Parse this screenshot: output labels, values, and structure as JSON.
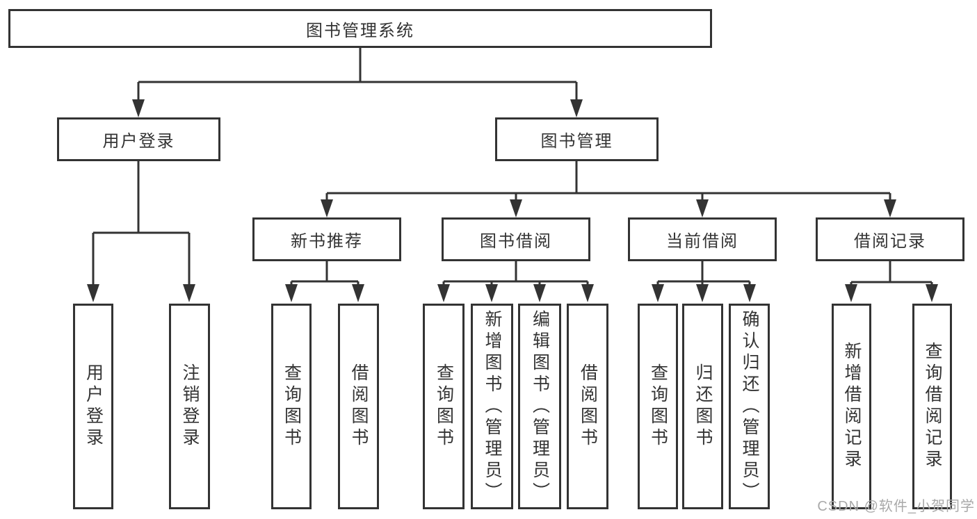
{
  "diagram": {
    "type": "tree",
    "root": {
      "label": "图书管理系统",
      "children": [
        {
          "label": "用户登录",
          "children": [
            {
              "label": "用户登录"
            },
            {
              "label": "注销登录"
            }
          ]
        },
        {
          "label": "图书管理",
          "children": [
            {
              "label": "新书推荐",
              "children": [
                {
                  "label": "查询图书"
                },
                {
                  "label": "借阅图书"
                }
              ]
            },
            {
              "label": "图书借阅",
              "children": [
                {
                  "label": "查询图书"
                },
                {
                  "label": "新增图书（管理员）"
                },
                {
                  "label": "编辑图书（管理员）"
                },
                {
                  "label": "借阅图书"
                }
              ]
            },
            {
              "label": "当前借阅",
              "children": [
                {
                  "label": "查询图书"
                },
                {
                  "label": "归还图书"
                },
                {
                  "label": "确认归还（管理员）"
                }
              ]
            },
            {
              "label": "借阅记录",
              "children": [
                {
                  "label": "新增借阅记录"
                },
                {
                  "label": "查询借阅记录"
                }
              ]
            }
          ]
        }
      ]
    }
  },
  "watermark": {
    "label": "CSDN @软件_小贺同学",
    "color": "#a9a9a9"
  },
  "colors": {
    "line": "#333333",
    "box_border": "#333333",
    "text": "#333333",
    "background": "#ffffff"
  }
}
